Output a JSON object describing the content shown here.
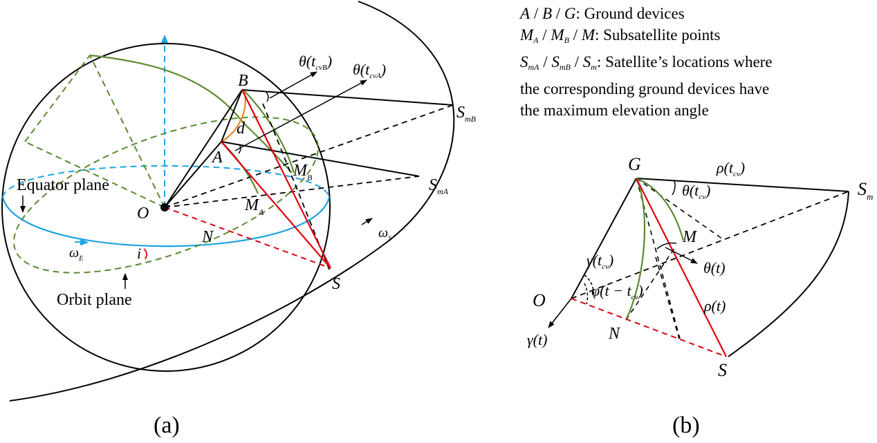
{
  "figure_a": {
    "caption": "(a)",
    "points": {
      "A": "A",
      "B": "B",
      "O": "O",
      "S": "S",
      "N": "N",
      "d": "d",
      "i": "i",
      "S_mB": "S",
      "S_mB_sub": "mB",
      "S_mA": "S",
      "S_mA_sub": "mA",
      "M_A": "M",
      "M_A_sub": "A",
      "M_B": "M",
      "M_B_sub": "B"
    },
    "angles": {
      "theta_B_pre": "θ(t",
      "theta_B_sub": "cvB",
      "theta_B_post": ")",
      "theta_A_pre": "θ(t",
      "theta_A_sub": "cvA",
      "theta_A_post": ")"
    },
    "velocities": {
      "omega_E": "ω",
      "omega_E_sub": "E",
      "omega_S": "ω",
      "omega_S_sub": "S"
    },
    "labels": {
      "equator_plane": "Equator plane",
      "orbit_plane": "Orbit plane"
    }
  },
  "figure_b": {
    "caption": "(b)",
    "points": {
      "G": "G",
      "M": "M",
      "O": "O",
      "N": "N",
      "S": "S",
      "S_m": "S",
      "S_m_sub": "m"
    },
    "expressions": {
      "rho_tcv_pre": "ρ(t",
      "rho_tcv_sub": "cv",
      "rho_tcv_post": ")",
      "theta_tcv_pre": "θ(t",
      "theta_tcv_sub": "cv",
      "theta_tcv_post": ")",
      "gamma_tcv_pre": "γ(t",
      "gamma_tcv_sub": "cv",
      "gamma_tcv_post": ")",
      "phi_pre": "φ(t − t",
      "phi_sub": "cv",
      "phi_post": ")",
      "theta_t": "θ(t)",
      "rho_t": "ρ(t)",
      "gamma_t": "γ(t)"
    }
  },
  "legend": {
    "line1_text": ": Ground devices",
    "line2_text": ": Subsatellite points",
    "line3_text": ": Satellite’s locations where",
    "line4": "the corresponding ground devices have",
    "line5": "the maximum elevation angle",
    "sym": {
      "A": "A",
      "B": "B",
      "G": "G",
      "slash": " / ",
      "M": "M",
      "sub_A": "A",
      "sub_B": "B",
      "S": "S",
      "sub_mA": "mA",
      "sub_mB": "mB",
      "sub_m": "m"
    }
  },
  "colors": {
    "black": "#000000",
    "red": "#e0000f",
    "green": "#5a8a2e",
    "cyan": "#1aa3e0",
    "orange": "#e8852a"
  }
}
